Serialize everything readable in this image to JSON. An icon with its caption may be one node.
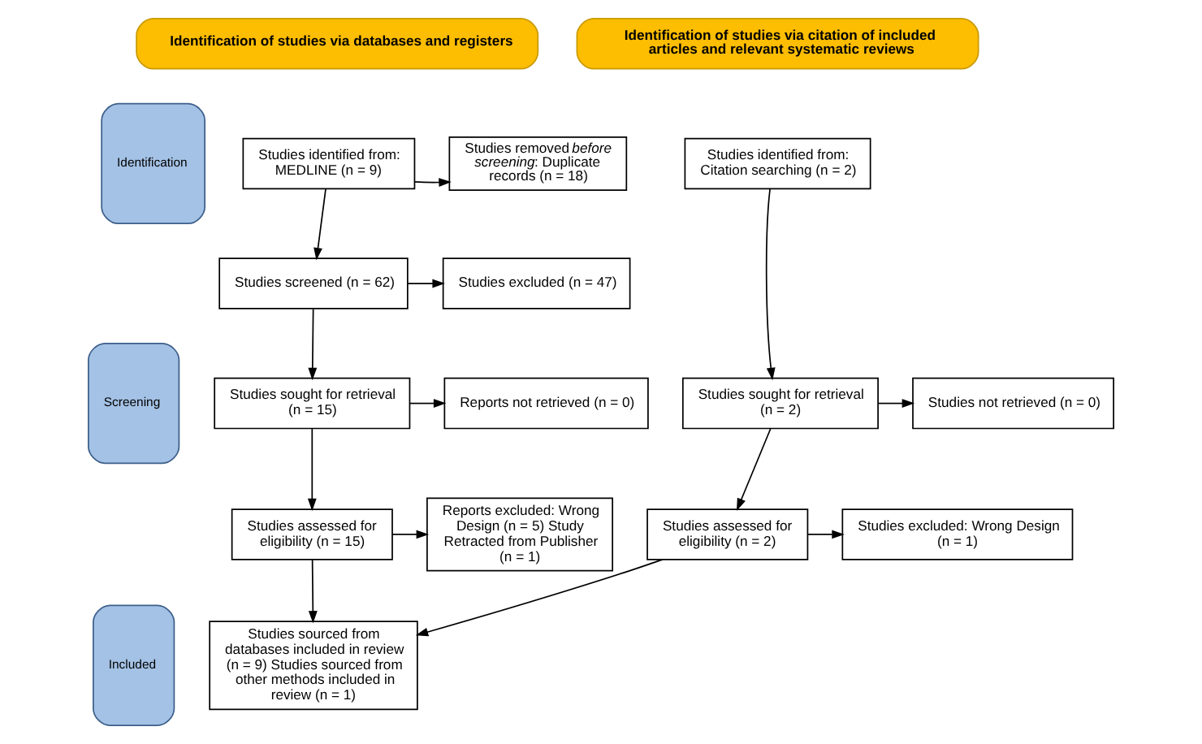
{
  "diagram": {
    "nodes": [
      {
        "text": [
          "Identification of studies via databases and registers"
        ]
      },
      {
        "text": [
          "Identification of studies via citation of included articles and relevant systematic reviews"
        ]
      },
      {
        "text": [
          "Identification"
        ]
      },
      {
        "text": [
          "Screening"
        ]
      },
      {
        "text": [
          "Included"
        ]
      },
      {
        "text": [
          "Studies identified from: MEDLINE (n = 9)"
        ]
      },
      {
        "text": [
          "Studies removed *before screening*: Duplicate records (n = 18)"
        ]
      },
      {
        "text": [
          "Studies screened (n = 62)"
        ]
      },
      {
        "text": [
          "Studies excluded (n = 47)"
        ]
      },
      {
        "text": [
          "Studies sought for retrieval (n = 15)"
        ]
      },
      {
        "text": [
          "Reports not retrieved (n = 0)"
        ]
      },
      {
        "text": [
          "Studies assessed for eligibility (n = 15)"
        ]
      },
      {
        "text": [
          "Reports excluded: Wrong Design (n = 5) Study Retracted from Publisher (n = 1)"
        ]
      },
      {
        "text": [
          "Studies sourced from databases included in review (n = 9) Studies sourced from other methods included in review (n = 1)"
        ]
      },
      {
        "text": [
          "Studies identified from: Citation searching (n = 2)"
        ]
      },
      {
        "text": [
          "Studies sought for retrieval (n = 2)"
        ]
      },
      {
        "text": [
          "Studies not retrieved (n = 0)"
        ]
      },
      {
        "text": [
          "Studies assessed for eligibility (n = 2)"
        ]
      },
      {
        "text": [
          "Studies excluded: Wrong Design (n = 1)"
        ]
      }
    ],
    "edges": [
      {
        "from": 5,
        "to": 6,
        "arrow": "to"
      },
      {
        "from": 5,
        "to": 7,
        "arrow": "to"
      },
      {
        "from": 7,
        "to": 8,
        "arrow": "to"
      },
      {
        "from": 7,
        "to": 9,
        "arrow": "to"
      },
      {
        "from": 9,
        "to": 10,
        "arrow": "to"
      },
      {
        "from": 9,
        "to": 11,
        "arrow": "to"
      },
      {
        "from": 11,
        "to": 12,
        "arrow": "to"
      },
      {
        "from": 11,
        "to": 13,
        "arrow": "to"
      },
      {
        "from": 14,
        "to": 15,
        "arrow": "to"
      },
      {
        "from": 15,
        "to": 16,
        "arrow": "to"
      },
      {
        "from": 15,
        "to": 17,
        "arrow": "to"
      },
      {
        "from": 17,
        "to": 18,
        "arrow": "to"
      },
      {
        "from": 17,
        "to": 13,
        "arrow": "to"
      }
    ]
  }
}
